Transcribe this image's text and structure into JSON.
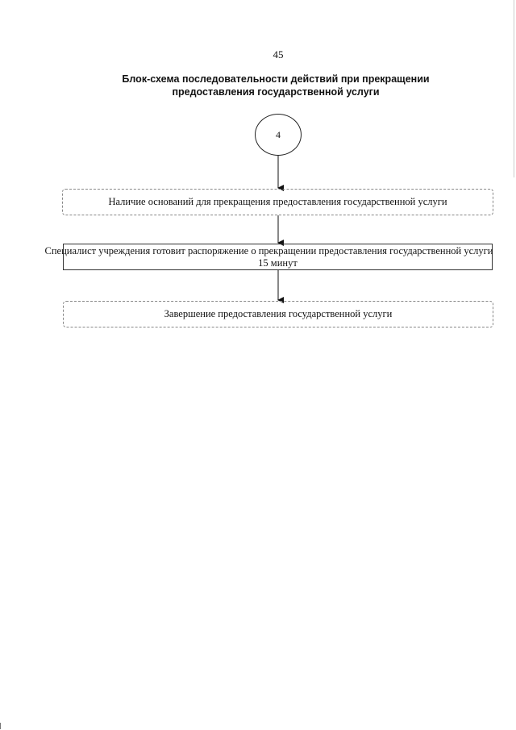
{
  "page": {
    "number": "45"
  },
  "title": {
    "line1": "Блок-схема последовательности действий при прекращении",
    "line2": "предоставления государственной услуги"
  },
  "flowchart": {
    "start_node": "4",
    "steps": [
      {
        "text": "Наличие оснований для прекращения предоставления государственной услуги"
      },
      {
        "text": "Специалист учреждения готовит распоряжение о прекращении предоставления государственной услуги",
        "duration": "15 минут"
      },
      {
        "text": "Завершение предоставления государственной услуги"
      }
    ]
  }
}
